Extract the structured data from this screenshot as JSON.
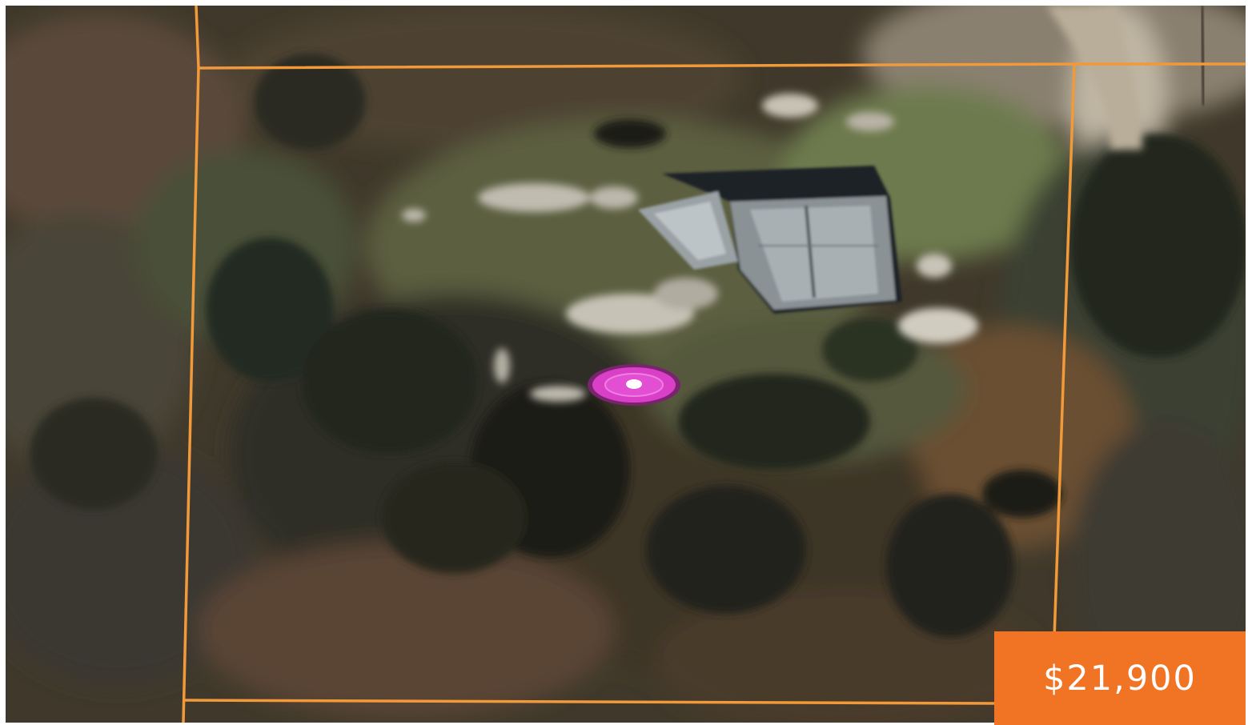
{
  "map": {
    "view": "satellite",
    "parcel_line_color": "#f2993a",
    "marker_color": "#d93fc7",
    "marker_ring_color": "#7a2470",
    "marker": "location-pin"
  },
  "listing": {
    "price": "$21,900",
    "price_bg_color": "#f07424"
  }
}
